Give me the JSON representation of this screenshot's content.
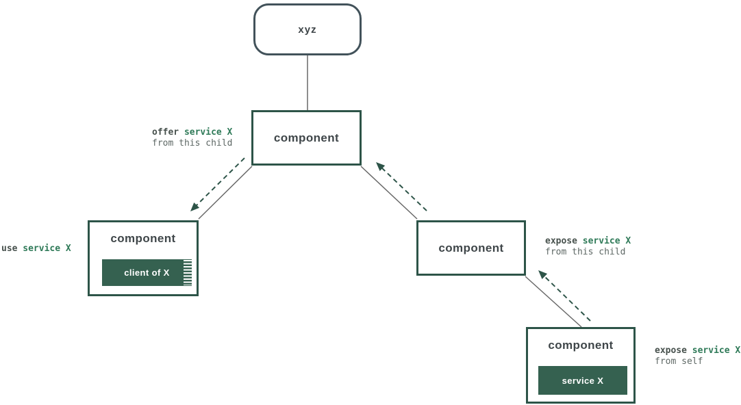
{
  "diagram": {
    "root_node": {
      "label": "xyz"
    },
    "nodes": {
      "top": {
        "label": "component"
      },
      "left": {
        "label": "component",
        "inner_label": "client of X"
      },
      "right": {
        "label": "component"
      },
      "bottom": {
        "label": "component",
        "inner_label": "service X"
      }
    },
    "annotations": {
      "offer": {
        "action": "offer",
        "target": "service X",
        "detail": "from this child"
      },
      "use": {
        "action": "use",
        "target": "service X",
        "detail": ""
      },
      "expose_child": {
        "action": "expose",
        "target": "service X",
        "detail": "from this child"
      },
      "expose_self": {
        "action": "expose",
        "target": "service X",
        "detail": "from self"
      }
    },
    "colors": {
      "component_border": "#2d5448",
      "root_border": "#42525a",
      "inner_fill": "#356150",
      "inner_text": "#ffffff",
      "node_text": "#3f4649",
      "annotation_action": "#47514d",
      "annotation_target": "#2f7a58",
      "annotation_detail": "#5e6865",
      "solid_connector": "#686868",
      "dashed_arrow": "#2d5448"
    }
  }
}
